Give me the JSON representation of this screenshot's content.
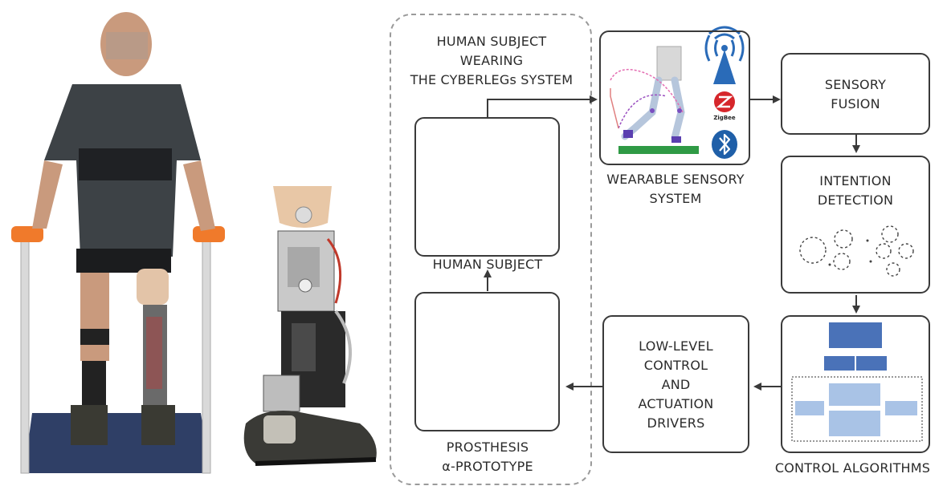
{
  "figure": {
    "human_subject_group_title": "HUMAN SUBJECT\nWEARING\nTHE CYBERLEGs SYSTEM",
    "human_subject_label": "HUMAN SUBJECT",
    "prosthesis_label": "PROSTHESIS\nα-PROTOTYPE",
    "wearable_label": "WEARABLE SENSORY\nSYSTEM",
    "sensory_fusion_label": "SENSORY\nFUSION",
    "intention_detection_label": "INTENTION\nDETECTION",
    "low_level_label": "LOW-LEVEL\nCONTROL\nAND\nACTUATION\nDRIVERS",
    "control_algorithms_label": "CONTROL ALGORITHMS",
    "zigbee_text": "ZigBee"
  },
  "colors": {
    "box_border": "#3a3a3a",
    "dashed_border": "#9a9a9a",
    "arrow": "#3a3a3a",
    "wireless_blue": "#2a6bb8",
    "zigbee_red": "#d6262b",
    "bluetooth_blue": "#1f5fa8",
    "algo_dark_blue": "#4a72b8",
    "algo_light_blue": "#a9c3e6",
    "ground_green": "#2f9a45",
    "prosthesis_green": "#3cae4a"
  }
}
